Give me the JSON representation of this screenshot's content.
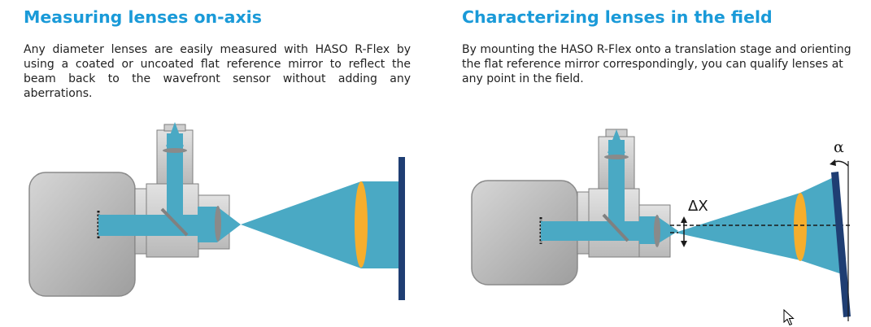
{
  "left_panel": {
    "heading": "Measuring lenses on-axis",
    "description": "Any diameter lenses are easily measured with HASO R-Flex by using a coated or uncoated flat reference mirror to reflect the beam back to the wavefront sensor without adding any aberrations."
  },
  "right_panel": {
    "heading": "Characterizing lenses in the field",
    "description": "By mounting the HASO R-Flex onto a translation stage and orienting the flat reference mirror correspondingly, you can qualify lenses at any point in the field.",
    "label_shift": "ΔX",
    "label_angle": "α"
  },
  "colors": {
    "heading": "#1a9ad8",
    "beam": "#4aa9c4",
    "lens": "#f6ae2d",
    "mirror": "#1f3e73",
    "housing": "#c8c8c8",
    "sensor_body": "#b3b3b3"
  },
  "icons": [
    "cursor-arrow-icon",
    "rotation-arrow-icon",
    "double-arrow-icon"
  ]
}
